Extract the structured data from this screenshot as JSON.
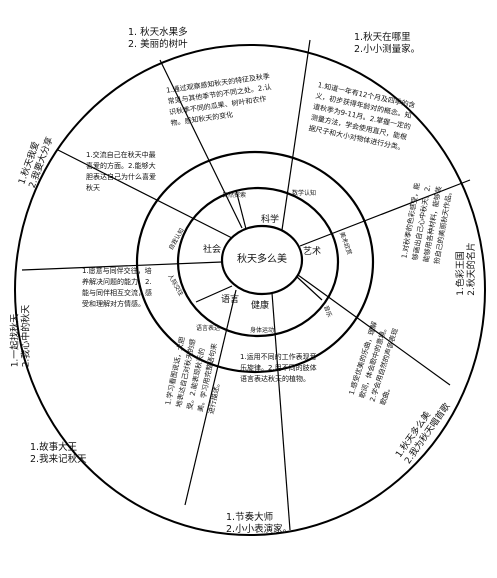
{
  "outer_labels": {
    "top_left": [
      "1.  秋天水果多",
      "2.  美丽的树叶"
    ],
    "top_right": [
      "1.秋天在哪里",
      "2.小小测量家。"
    ],
    "left_upper": [
      "1.秋天我爱",
      "2.我要大分享"
    ],
    "right_side": [
      "1.色彩王国",
      "2.秋天的名片"
    ],
    "left_middle": [
      "1.一起找秋天",
      "2.我心中的秋天"
    ],
    "bottom_left": [
      "1.故事大王",
      "2.我来记秋天"
    ],
    "bottom_right": [
      "1.秋天多么美",
      "2.我为秋天唱首歌"
    ],
    "bottom_center": [
      "1.节奏大师",
      "2.小小表演家。"
    ]
  },
  "center": {
    "title": "秋天多么美"
  },
  "domains": {
    "science": "科学",
    "art": "艺术",
    "health": "健康",
    "language": "语言",
    "society": "社会"
  },
  "middle_ring": {
    "natural_world": "自然探索",
    "math_cognition": "数学认知",
    "aesthetic_exploration": "美术欣赏",
    "self_cognition": "自我认知",
    "interpersonal": "人际交往",
    "social_adaptation": "语言表达",
    "body_movement": "身体运动",
    "music": "音乐"
  },
  "outer_ring_texts": {
    "top": "1.通过观察感知秋天的特征及秋季常见与其他季节的不同之处。2.认识秋季不同的瓜果、树叶和农作物。感知秋天的变化",
    "top_right": "1.知道一年有12个月及四季的含义，初步获得年龄对的概念。知道秋季为9-11月。2.掌握一定的测量方法，学会使用直尺，能根据尺子和大小对物体进行分类。",
    "right": "1.对秋季的色彩感受，能够画出自己心中秋天。2.能够用各种材料，能够装扮自己的美丽秋天作品。",
    "bottom_right": "1.感受优美的乐曲，理解歌词，体会歌中的意境。2.学会用自然的声音表现歌曲。",
    "bottom": "1.运用不同的工作表现音乐旋律。2.用不同的肢体语言表达秋天的植物。",
    "bottom_left": "1.学习看图说话，大胆地表达自己对秋天的感受。2.能表现秋天的美。学习用完整语句来进行描述。",
    "left": "1.愿意与同伴交往，培养解决问题的能力。2.能与同伴相互交流，感受和理解对方情感。",
    "top_left": "1.交流自己在秋天中最喜爱的方面。2.能够大胆表达自己为什么喜爱秋天"
  }
}
